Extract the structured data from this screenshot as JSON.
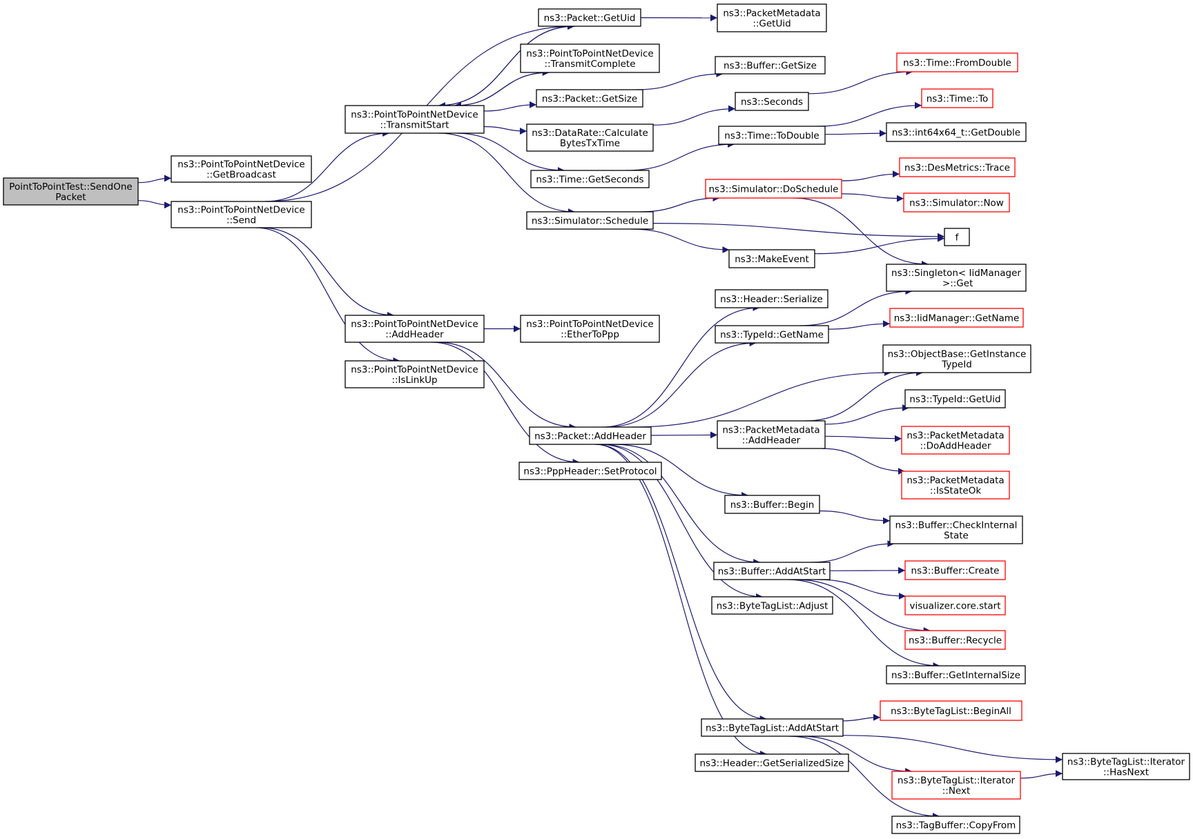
{
  "colors": {
    "edge": "#191970",
    "node_border": "#000000",
    "node_border_truncated": "#ff0000",
    "root_fill": "#bfbfbf",
    "node_fill": "#ffffff",
    "text": "#000000"
  },
  "nodes": [
    {
      "id": "root",
      "lines": [
        "PointToPointTest::SendOne",
        "Packet"
      ],
      "style": "root"
    },
    {
      "id": "getbroadcast",
      "lines": [
        "ns3::PointToPointNetDevice",
        "::GetBroadcast"
      ],
      "style": "normal"
    },
    {
      "id": "send",
      "lines": [
        "ns3::PointToPointNetDevice",
        "::Send"
      ],
      "style": "normal"
    },
    {
      "id": "transmitstart",
      "lines": [
        "ns3::PointToPointNetDevice",
        "::TransmitStart"
      ],
      "style": "normal"
    },
    {
      "id": "addheader_dev",
      "lines": [
        "ns3::PointToPointNetDevice",
        "::AddHeader"
      ],
      "style": "normal"
    },
    {
      "id": "islinkup",
      "lines": [
        "ns3::PointToPointNetDevice",
        "::IsLinkUp"
      ],
      "style": "normal"
    },
    {
      "id": "packet_getuid",
      "lines": [
        "ns3::Packet::GetUid"
      ],
      "style": "normal"
    },
    {
      "id": "transmitcomplete",
      "lines": [
        "ns3::PointToPointNetDevice",
        "::TransmitComplete"
      ],
      "style": "normal"
    },
    {
      "id": "packet_getsize",
      "lines": [
        "ns3::Packet::GetSize"
      ],
      "style": "normal"
    },
    {
      "id": "calculatebytes",
      "lines": [
        "ns3::DataRate::Calculate",
        "BytesTxTime"
      ],
      "style": "normal"
    },
    {
      "id": "time_getseconds",
      "lines": [
        "ns3::Time::GetSeconds"
      ],
      "style": "normal"
    },
    {
      "id": "sim_schedule",
      "lines": [
        "ns3::Simulator::Schedule"
      ],
      "style": "normal"
    },
    {
      "id": "ethertoppp",
      "lines": [
        "ns3::PointToPointNetDevice",
        "::EtherToPpp"
      ],
      "style": "normal"
    },
    {
      "id": "packet_addheader",
      "lines": [
        "ns3::Packet::AddHeader"
      ],
      "style": "normal"
    },
    {
      "id": "ppp_setprotocol",
      "lines": [
        "ns3::PppHeader::SetProtocol"
      ],
      "style": "normal"
    },
    {
      "id": "pm_getuid",
      "lines": [
        "ns3::PacketMetadata",
        "::GetUid"
      ],
      "style": "normal"
    },
    {
      "id": "buffer_getsize",
      "lines": [
        "ns3::Buffer::GetSize"
      ],
      "style": "normal"
    },
    {
      "id": "seconds",
      "lines": [
        "ns3::Seconds"
      ],
      "style": "normal"
    },
    {
      "id": "time_todouble",
      "lines": [
        "ns3::Time::ToDouble"
      ],
      "style": "normal"
    },
    {
      "id": "sim_doschedule",
      "lines": [
        "ns3::Simulator::DoSchedule"
      ],
      "style": "truncated"
    },
    {
      "id": "makeevent",
      "lines": [
        "ns3::MakeEvent"
      ],
      "style": "normal"
    },
    {
      "id": "header_serialize",
      "lines": [
        "ns3::Header::Serialize"
      ],
      "style": "normal"
    },
    {
      "id": "typeid_getname",
      "lines": [
        "ns3::TypeId::GetName"
      ],
      "style": "normal"
    },
    {
      "id": "pm_addheader",
      "lines": [
        "ns3::PacketMetadata",
        "::AddHeader"
      ],
      "style": "normal"
    },
    {
      "id": "buffer_begin",
      "lines": [
        "ns3::Buffer::Begin"
      ],
      "style": "normal"
    },
    {
      "id": "buffer_addatstart",
      "lines": [
        "ns3::Buffer::AddAtStart"
      ],
      "style": "normal"
    },
    {
      "id": "btl_adjust",
      "lines": [
        "ns3::ByteTagList::Adjust"
      ],
      "style": "normal"
    },
    {
      "id": "btl_addatstart",
      "lines": [
        "ns3::ByteTagList::AddAtStart"
      ],
      "style": "normal"
    },
    {
      "id": "header_getserializedsize",
      "lines": [
        "ns3::Header::GetSerializedSize"
      ],
      "style": "normal"
    },
    {
      "id": "time_fromdouble",
      "lines": [
        "ns3::Time::FromDouble"
      ],
      "style": "truncated"
    },
    {
      "id": "time_to",
      "lines": [
        "ns3::Time::To"
      ],
      "style": "truncated"
    },
    {
      "id": "int64_getdouble",
      "lines": [
        "ns3::int64x64_t::GetDouble"
      ],
      "style": "normal"
    },
    {
      "id": "desmetrics_trace",
      "lines": [
        "ns3::DesMetrics::Trace"
      ],
      "style": "truncated"
    },
    {
      "id": "sim_now",
      "lines": [
        "ns3::Simulator::Now"
      ],
      "style": "truncated"
    },
    {
      "id": "f",
      "lines": [
        "f"
      ],
      "style": "normal"
    },
    {
      "id": "singleton_get",
      "lines": [
        "ns3::Singleton< IidManager",
        " >::Get"
      ],
      "style": "normal"
    },
    {
      "id": "iid_getname",
      "lines": [
        "ns3::IidManager::GetName"
      ],
      "style": "truncated"
    },
    {
      "id": "objectbase_gettypeid",
      "lines": [
        "ns3::ObjectBase::GetInstance",
        "TypeId"
      ],
      "style": "normal"
    },
    {
      "id": "typeid_getuid",
      "lines": [
        "ns3::TypeId::GetUid"
      ],
      "style": "normal"
    },
    {
      "id": "pm_doaddheader",
      "lines": [
        "ns3::PacketMetadata",
        "::DoAddHeader"
      ],
      "style": "truncated"
    },
    {
      "id": "pm_isstateok",
      "lines": [
        "ns3::PacketMetadata",
        "::IsStateOk"
      ],
      "style": "truncated"
    },
    {
      "id": "buffer_checkinternal",
      "lines": [
        "ns3::Buffer::CheckInternal",
        "State"
      ],
      "style": "normal"
    },
    {
      "id": "buffer_create",
      "lines": [
        "ns3::Buffer::Create"
      ],
      "style": "truncated"
    },
    {
      "id": "viz_start",
      "lines": [
        "visualizer.core.start"
      ],
      "style": "truncated"
    },
    {
      "id": "buffer_recycle",
      "lines": [
        "ns3::Buffer::Recycle"
      ],
      "style": "truncated"
    },
    {
      "id": "buffer_getinternalsize",
      "lines": [
        "ns3::Buffer::GetInternalSize"
      ],
      "style": "normal"
    },
    {
      "id": "btl_beginall",
      "lines": [
        "ns3::ByteTagList::BeginAll"
      ],
      "style": "truncated"
    },
    {
      "id": "btl_iter_hasnext",
      "lines": [
        "ns3::ByteTagList::Iterator",
        "::HasNext"
      ],
      "style": "normal"
    },
    {
      "id": "btl_iter_next",
      "lines": [
        "ns3::ByteTagList::Iterator",
        "::Next"
      ],
      "style": "truncated"
    },
    {
      "id": "tagbuffer_copyfrom",
      "lines": [
        "ns3::TagBuffer::CopyFrom"
      ],
      "style": "normal"
    }
  ],
  "edges": [
    [
      "root",
      "getbroadcast"
    ],
    [
      "root",
      "send"
    ],
    [
      "send",
      "transmitstart"
    ],
    [
      "send",
      "packet_getuid"
    ],
    [
      "send",
      "addheader_dev"
    ],
    [
      "send",
      "islinkup"
    ],
    [
      "transmitstart",
      "packet_getuid"
    ],
    [
      "transmitstart",
      "transmitcomplete"
    ],
    [
      "transmitstart",
      "packet_getsize"
    ],
    [
      "transmitstart",
      "calculatebytes"
    ],
    [
      "transmitstart",
      "time_getseconds"
    ],
    [
      "transmitstart",
      "sim_schedule"
    ],
    [
      "transmitcomplete",
      "transmitstart"
    ],
    [
      "packet_getuid",
      "transmitstart"
    ],
    [
      "packet_getuid",
      "pm_getuid"
    ],
    [
      "packet_getsize",
      "buffer_getsize"
    ],
    [
      "calculatebytes",
      "seconds"
    ],
    [
      "seconds",
      "time_fromdouble"
    ],
    [
      "time_getseconds",
      "time_todouble"
    ],
    [
      "time_todouble",
      "time_to"
    ],
    [
      "time_todouble",
      "int64_getdouble"
    ],
    [
      "sim_schedule",
      "sim_doschedule"
    ],
    [
      "sim_schedule",
      "f"
    ],
    [
      "sim_schedule",
      "makeevent"
    ],
    [
      "sim_doschedule",
      "desmetrics_trace"
    ],
    [
      "sim_doschedule",
      "sim_now"
    ],
    [
      "sim_doschedule",
      "singleton_get"
    ],
    [
      "makeevent",
      "f"
    ],
    [
      "addheader_dev",
      "ethertoppp"
    ],
    [
      "addheader_dev",
      "packet_addheader"
    ],
    [
      "addheader_dev",
      "ppp_setprotocol"
    ],
    [
      "packet_addheader",
      "header_serialize"
    ],
    [
      "packet_addheader",
      "typeid_getname"
    ],
    [
      "packet_addheader",
      "objectbase_gettypeid"
    ],
    [
      "packet_addheader",
      "pm_addheader"
    ],
    [
      "packet_addheader",
      "buffer_begin"
    ],
    [
      "packet_addheader",
      "buffer_addatstart"
    ],
    [
      "packet_addheader",
      "btl_adjust"
    ],
    [
      "packet_addheader",
      "btl_addatstart"
    ],
    [
      "packet_addheader",
      "header_getserializedsize"
    ],
    [
      "typeid_getname",
      "singleton_get"
    ],
    [
      "typeid_getname",
      "iid_getname"
    ],
    [
      "pm_addheader",
      "objectbase_gettypeid"
    ],
    [
      "pm_addheader",
      "typeid_getuid"
    ],
    [
      "pm_addheader",
      "pm_doaddheader"
    ],
    [
      "pm_addheader",
      "pm_isstateok"
    ],
    [
      "buffer_begin",
      "buffer_checkinternal"
    ],
    [
      "buffer_addatstart",
      "buffer_checkinternal"
    ],
    [
      "buffer_addatstart",
      "buffer_create"
    ],
    [
      "buffer_addatstart",
      "viz_start"
    ],
    [
      "buffer_addatstart",
      "buffer_recycle"
    ],
    [
      "buffer_addatstart",
      "buffer_getinternalsize"
    ],
    [
      "btl_addatstart",
      "btl_beginall"
    ],
    [
      "btl_addatstart",
      "btl_iter_hasnext"
    ],
    [
      "btl_addatstart",
      "btl_iter_next"
    ],
    [
      "btl_addatstart",
      "tagbuffer_copyfrom"
    ],
    [
      "btl_iter_next",
      "btl_iter_hasnext"
    ]
  ]
}
